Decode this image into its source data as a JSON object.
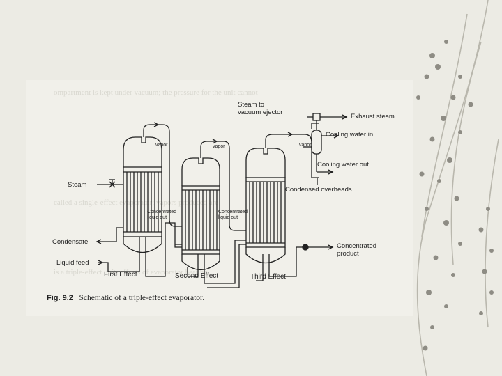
{
  "figure": {
    "number": "Fig. 9.2",
    "caption": "Schematic of a triple-effect evaporator."
  },
  "labels": {
    "steam_to_vacuum_ejector": "Steam to",
    "steam_to_vacuum_ejector_2": "vacuum ejector",
    "exhaust_steam": "Exhaust steam",
    "cooling_water_in": "Cooling water in",
    "cooling_water_out": "Cooling water out",
    "condensed_overheads": "Condensed overheads",
    "steam": "Steam",
    "condensate": "Condensate",
    "liquid_feed": "Liquid feed",
    "concentrated_product": "Concentrated",
    "concentrated_product_2": "product",
    "concentrated_liquid_out_1": "Concentrated",
    "concentrated_liquid_out_1b": "liquid out",
    "concentrated_liquid_out_2": "Concentrated",
    "concentrated_liquid_out_2b": "liquid out",
    "vapor_1": "vapor",
    "vapor_2": "vapor",
    "vapor_3": "vapor",
    "first_effect": "First Effect",
    "second_effect": "Second Effect",
    "third_effect": "Third Effect"
  },
  "colors": {
    "background": "#ecebe4",
    "panel": "#f1f0ea",
    "ink": "#222222"
  }
}
